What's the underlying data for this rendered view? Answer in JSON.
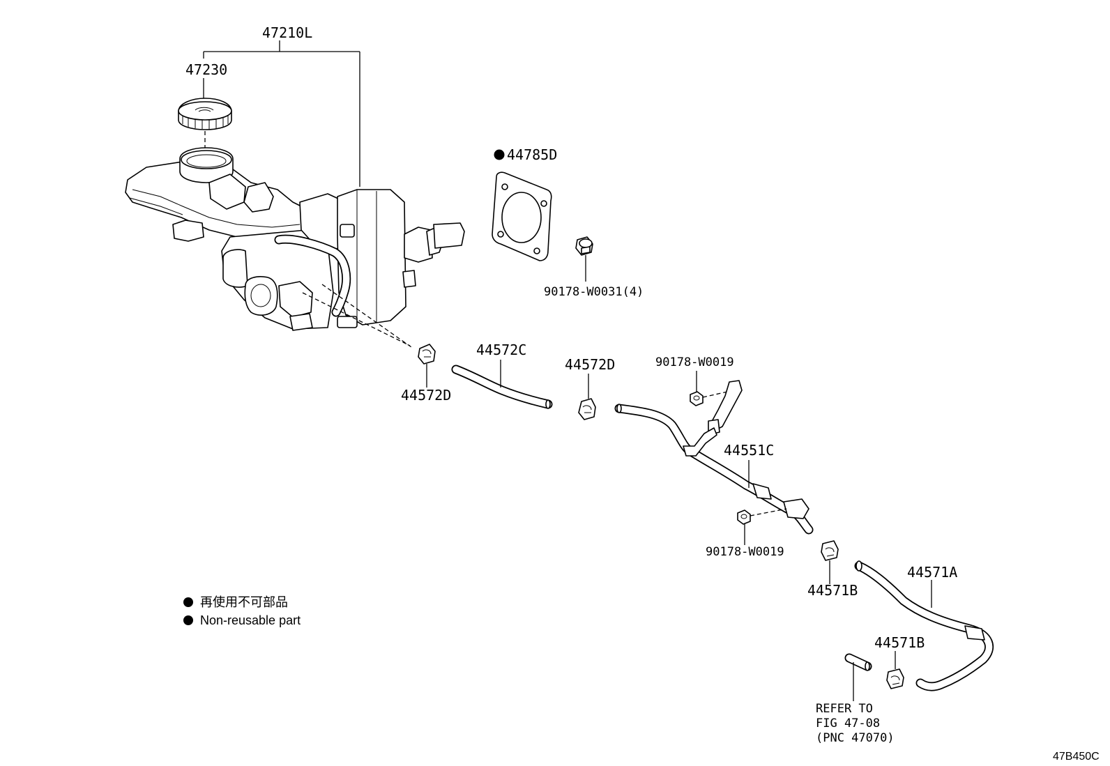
{
  "labels": {
    "assembly": "47210L",
    "cap": "47230",
    "gasket": "44785D",
    "bolt_top": "90178-W0031(4)",
    "clip_left": "44572D",
    "hose_c": "44572C",
    "clip_mid": "44572D",
    "nut_top": "90178-W0019",
    "pipe": "44551C",
    "nut_bottom": "90178-W0019",
    "hose_a": "44571A",
    "clip_b1": "44571B",
    "clip_b2": "44571B",
    "refer_line1": "REFER TO",
    "refer_line2": "FIG 47-08",
    "refer_line3": "(PNC 47070)"
  },
  "legend": {
    "japanese": "再使用不可部品",
    "english": "Non-reusable part"
  },
  "figure_id": "47B450C"
}
